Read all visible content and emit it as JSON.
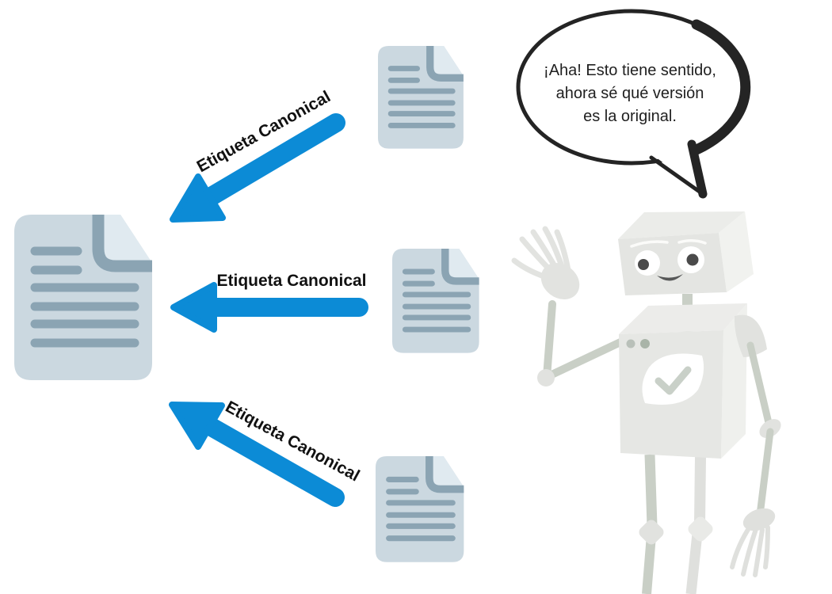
{
  "illustration": {
    "title": "Etiqueta Canonical diagram",
    "arrows": {
      "top_label": "Etiqueta Canonical",
      "middle_label": "Etiqueta Canonical",
      "bottom_label": "Etiqueta Canonical"
    },
    "speech_bubble": {
      "lines": [
        "¡Aha! Esto tiene sentido,",
        "ahora sé qué versión",
        "es la original."
      ]
    },
    "documents": {
      "canonical_count": 1,
      "duplicate_count": 3
    },
    "colors": {
      "arrow_blue": "#0c8bd6",
      "document_body": "#cbd8e0",
      "document_lines": "#8ba4b3",
      "document_fold": "#e0eaf0",
      "robot_body": "#e6e7e4",
      "robot_body_top": "#ececea",
      "robot_body_side": "#eff0ed",
      "robot_limbs": "#c9cfc6",
      "robot_joints": "#e1e2df",
      "bubble_outline": "#242424",
      "label_text": "#111111"
    }
  }
}
